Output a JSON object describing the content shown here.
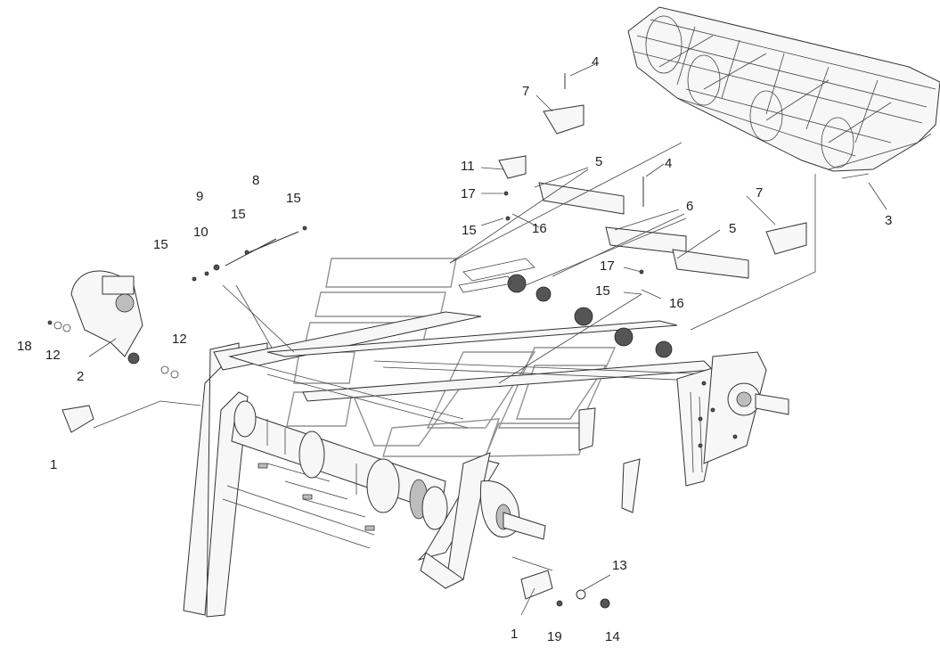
{
  "diagram": {
    "callouts": [
      {
        "id": "c1a",
        "label": "1"
      },
      {
        "id": "c1b",
        "label": "1"
      },
      {
        "id": "c2",
        "label": "2"
      },
      {
        "id": "c3",
        "label": "3"
      },
      {
        "id": "c4a",
        "label": "4"
      },
      {
        "id": "c4b",
        "label": "4"
      },
      {
        "id": "c5a",
        "label": "5"
      },
      {
        "id": "c5b",
        "label": "5"
      },
      {
        "id": "c6",
        "label": "6"
      },
      {
        "id": "c7a",
        "label": "7"
      },
      {
        "id": "c7b",
        "label": "7"
      },
      {
        "id": "c8",
        "label": "8"
      },
      {
        "id": "c9",
        "label": "9"
      },
      {
        "id": "c10",
        "label": "10"
      },
      {
        "id": "c11",
        "label": "11"
      },
      {
        "id": "c12a",
        "label": "12"
      },
      {
        "id": "c12b",
        "label": "12"
      },
      {
        "id": "c13",
        "label": "13"
      },
      {
        "id": "c14",
        "label": "14"
      },
      {
        "id": "c15a",
        "label": "15"
      },
      {
        "id": "c15b",
        "label": "15"
      },
      {
        "id": "c15c",
        "label": "15"
      },
      {
        "id": "c15d",
        "label": "15"
      },
      {
        "id": "c15e",
        "label": "15"
      },
      {
        "id": "c16a",
        "label": "16"
      },
      {
        "id": "c16b",
        "label": "16"
      },
      {
        "id": "c17a",
        "label": "17"
      },
      {
        "id": "c17b",
        "label": "17"
      },
      {
        "id": "c18",
        "label": "18"
      },
      {
        "id": "c19",
        "label": "19"
      }
    ]
  }
}
